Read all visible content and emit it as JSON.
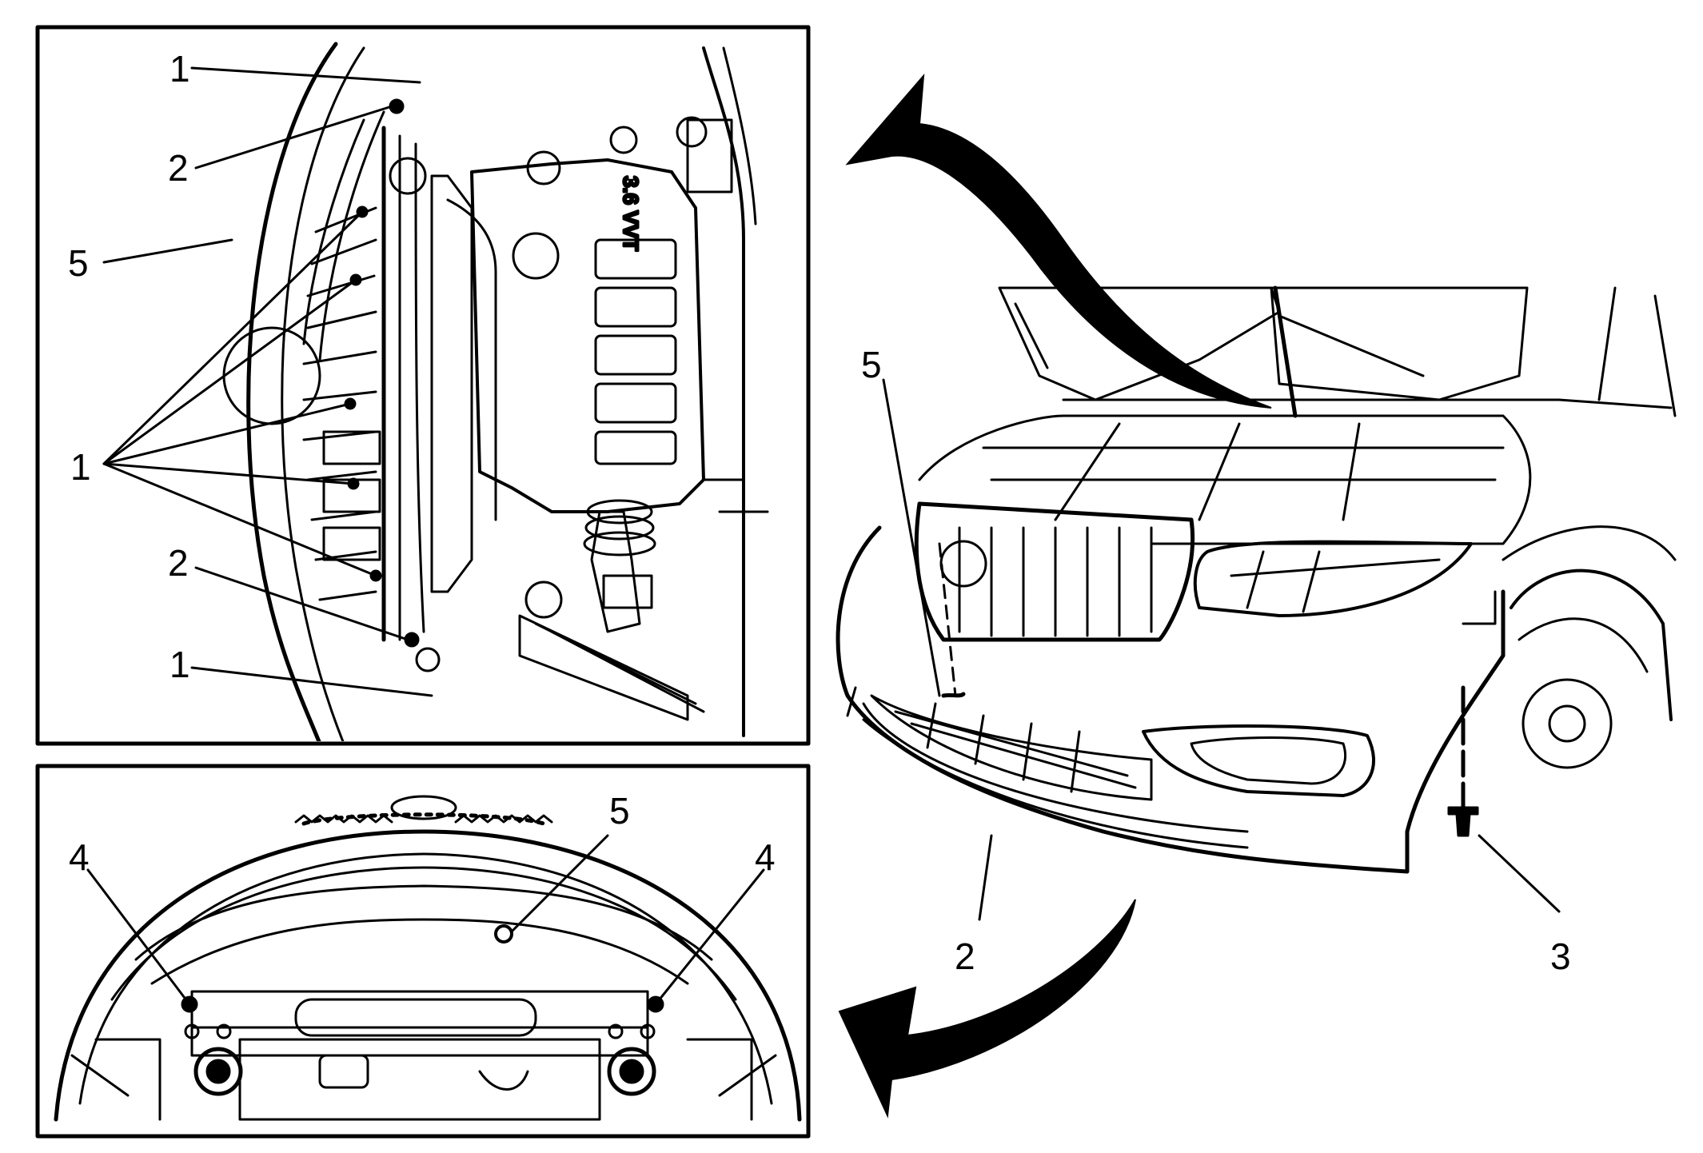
{
  "colors": {
    "ink": "#000000",
    "background": "#ffffff"
  },
  "engine_cover_text": "3.6 VVT",
  "callouts": [
    {
      "id": "top-1a",
      "label": "1"
    },
    {
      "id": "top-2a",
      "label": "2"
    },
    {
      "id": "top-5",
      "label": "5"
    },
    {
      "id": "top-1-fan",
      "label": "1"
    },
    {
      "id": "top-2b",
      "label": "2"
    },
    {
      "id": "top-1b",
      "label": "1"
    },
    {
      "id": "bottom-4-left",
      "label": "4"
    },
    {
      "id": "bottom-5",
      "label": "5"
    },
    {
      "id": "bottom-4-right",
      "label": "4"
    },
    {
      "id": "main-5",
      "label": "5"
    },
    {
      "id": "main-2",
      "label": "2"
    },
    {
      "id": "main-3",
      "label": "3"
    }
  ]
}
